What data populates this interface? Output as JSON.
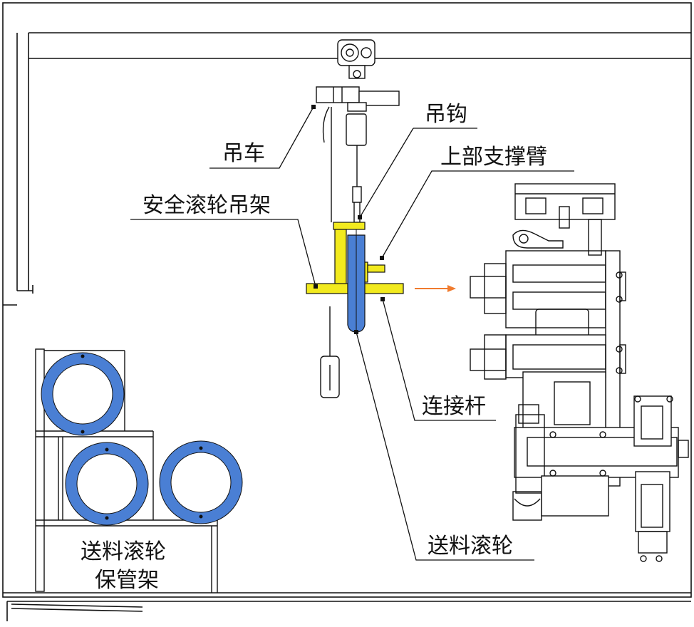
{
  "labels": {
    "trolley": "吊车",
    "hook": "吊钩",
    "upper_support_arm": "上部支撑臂",
    "safety_roller_hanger": "安全滚轮吊架",
    "connecting_rod": "连接杆",
    "feed_roller": "送料滚轮",
    "storage_rack_line1": "送料滚轮",
    "storage_rack_line2": "保管架"
  },
  "colors": {
    "hanger_yellow": "#f2ea1e",
    "roller_blue": "#4a7fd4",
    "arrow_orange": "#f07b2e",
    "line": "#111111"
  }
}
